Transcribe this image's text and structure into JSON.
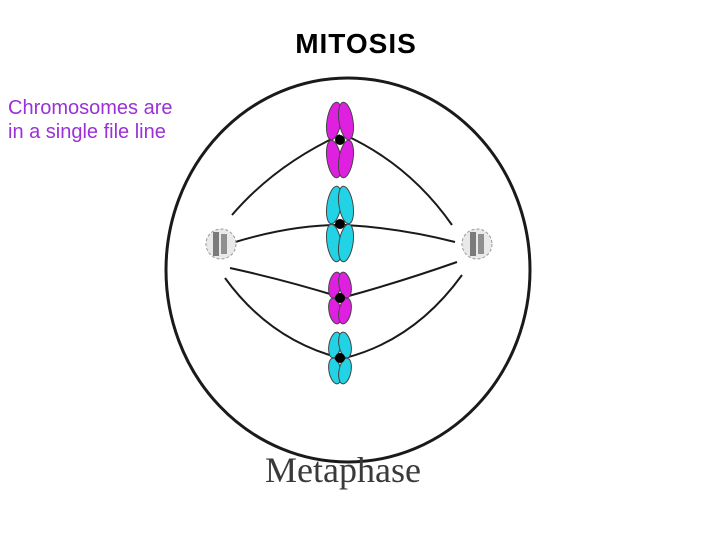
{
  "slide": {
    "title": "MITOSIS",
    "side_note": "Chromosomes are in a single file line"
  },
  "diagram": {
    "phase_label": "Metaphase",
    "colors": {
      "magenta": "#e020e0",
      "cyan": "#22d3e6",
      "centromere": "#000000",
      "cell_outline": "#1a1a1a",
      "spindle": "#1a1a1a",
      "centrosome": "#8a8a8a"
    },
    "chromosomes": [
      {
        "color": "magenta"
      },
      {
        "color": "cyan"
      },
      {
        "color": "magenta"
      },
      {
        "color": "cyan"
      }
    ]
  }
}
